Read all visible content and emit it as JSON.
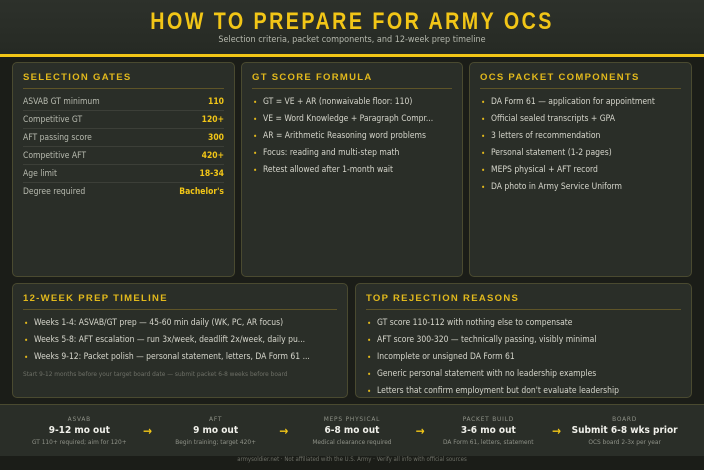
{
  "header": {
    "title": "HOW TO PREPARE FOR ARMY OCS",
    "subtitle": "Selection criteria, packet components, and 12-week prep timeline"
  },
  "selection_gates": {
    "title": "SELECTION GATES",
    "rows": [
      {
        "label": "ASVAB GT minimum",
        "value": "110"
      },
      {
        "label": "Competitive GT",
        "value": "120+"
      },
      {
        "label": "AFT passing score",
        "value": "300"
      },
      {
        "label": "Competitive AFT",
        "value": "420+"
      },
      {
        "label": "Age limit",
        "value": "18-34"
      },
      {
        "label": "Degree required",
        "value": "Bachelor's"
      }
    ]
  },
  "gt_formula": {
    "title": "GT SCORE FORMULA",
    "items": [
      "GT = VE + AR (nonwaivable floor: 110)",
      "VE = Word Knowledge + Paragraph Compr...",
      "AR = Arithmetic Reasoning word problems",
      "Focus: reading and multi-step math",
      "Retest allowed after 1-month wait"
    ]
  },
  "packet": {
    "title": "OCS PACKET COMPONENTS",
    "items": [
      "DA Form 61 — application for appointment",
      "Official sealed transcripts + GPA",
      "3 letters of recommendation",
      "Personal statement (1-2 pages)",
      "MEPS physical + AFT record",
      "DA photo in Army Service Uniform"
    ]
  },
  "timeline": {
    "title": "12-WEEK PREP TIMELINE",
    "items": [
      "Weeks 1-4: ASVAB/GT prep — 45-60 min daily (WK, PC, AR focus)",
      "Weeks 5-8: AFT escalation — run 3x/week, deadlift 2x/week, daily pu...",
      "Weeks 9-12: Packet polish — personal statement, letters, DA Form 61 ..."
    ],
    "note": "Start 9-12 months before your target board date — submit packet 6-8 weeks before board"
  },
  "rejections": {
    "title": "TOP REJECTION REASONS",
    "items": [
      "GT score 110-112 with nothing else to compensate",
      "AFT score 300-320 — technically passing, visibly minimal",
      "Incomplete or unsigned DA Form 61",
      "Generic personal statement with no leadership examples",
      "Letters that confirm employment but don't evaluate leadership"
    ]
  },
  "steps": [
    {
      "label": "ASVAB",
      "main": "9-12 mo out",
      "sub": "GT 110+ required; aim for 120+"
    },
    {
      "label": "AFT",
      "main": "9 mo out",
      "sub": "Begin training; target 420+"
    },
    {
      "label": "MEPS PHYSICAL",
      "main": "6-8 mo out",
      "sub": "Medical clearance required"
    },
    {
      "label": "PACKET BUILD",
      "main": "3-6 mo out",
      "sub": "DA Form 61, letters, statement"
    },
    {
      "label": "BOARD",
      "main": "Submit 6-8 wks prior",
      "sub": "OCS board 2-3x per year"
    }
  ],
  "arrow": "→",
  "footer": "armysoldier.net · Not affiliated with the U.S. Army · Verify all info with official sources",
  "colors": {
    "accent": "#f2c617",
    "background": "#1b1d18",
    "card": "#2a2e28"
  }
}
